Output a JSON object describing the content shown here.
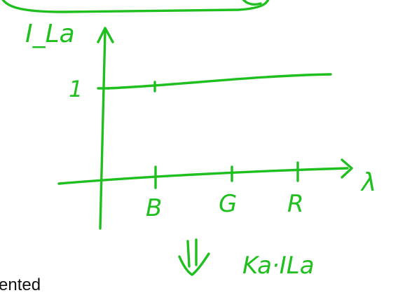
{
  "labels": {
    "y_axis": "I_La",
    "y_tick": "1",
    "x_axis": "λ",
    "x_ticks": [
      "B",
      "G",
      "R"
    ],
    "result": "Ka·ILa",
    "typed_fragment": "ented"
  },
  "colors": {
    "ink": "#1fbf1f",
    "typed_text": "#111111",
    "background": "#ffffff"
  }
}
